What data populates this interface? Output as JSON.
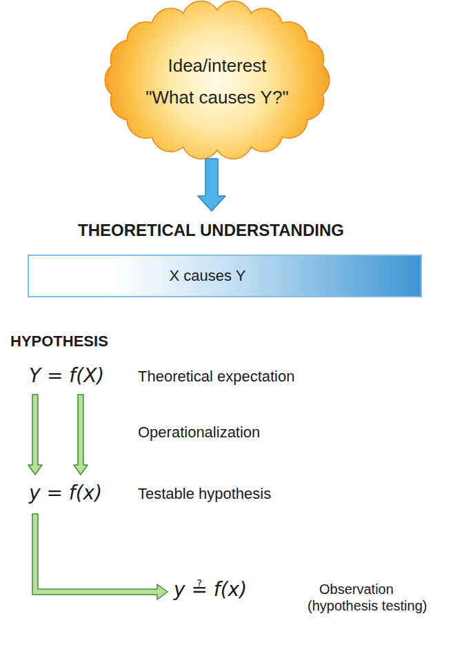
{
  "diagram": {
    "nodes": [
      {
        "text": [
          "Idea/interest",
          "\"What causes Y?\""
        ]
      },
      {
        "text": [
          "THEORETICAL UNDERSTANDING",
          "X causes Y"
        ]
      }
    ],
    "edges": [
      {
        "from": 0,
        "to": 1,
        "arrow": "to"
      }
    ],
    "labels": [
      "HYPOTHESIS",
      "Y = f(X)",
      "Theoretical expectation",
      "Operationalization",
      "y = f(x)",
      "Testable hypothesis",
      "y ≟ f(x)",
      "Observation (hypothesis testing)"
    ]
  }
}
